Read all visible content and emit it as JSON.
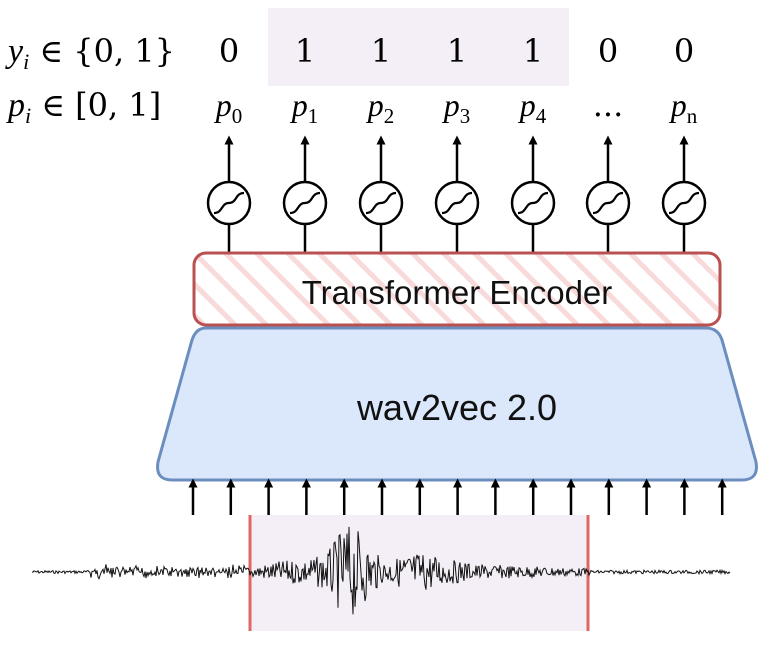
{
  "labels": {
    "y_row": {
      "var": "y",
      "sub": "i",
      "rel": " ∈ {0, 1}"
    },
    "p_row": {
      "var": "p",
      "sub": "i",
      "rel": " ∈ [0, 1]"
    }
  },
  "y_values": [
    "0",
    "1",
    "1",
    "1",
    "1",
    "0",
    "0"
  ],
  "p_outputs": [
    {
      "var": "p",
      "sub": "0"
    },
    {
      "var": "p",
      "sub": "1"
    },
    {
      "var": "p",
      "sub": "2"
    },
    {
      "var": "p",
      "sub": "3"
    },
    {
      "var": "p",
      "sub": "4"
    },
    {
      "var": "",
      "sub": "",
      "text": "..."
    },
    {
      "var": "p",
      "sub": "n"
    }
  ],
  "blocks": {
    "transformer": "Transformer Encoder",
    "wav2vec": "wav2vec 2.0"
  },
  "colors": {
    "highlight": "#f4eff6",
    "transformer_border": "#b95151",
    "transformer_hatch": "#f7d6d6",
    "wav2vec_fill": "#dbe8fb",
    "wav2vec_border": "#6c8ebf",
    "segment_line": "#e06666",
    "arrow": "#000000"
  },
  "icons": {
    "activation": "sigmoid-icon",
    "waveform": "audio-waveform-icon"
  }
}
